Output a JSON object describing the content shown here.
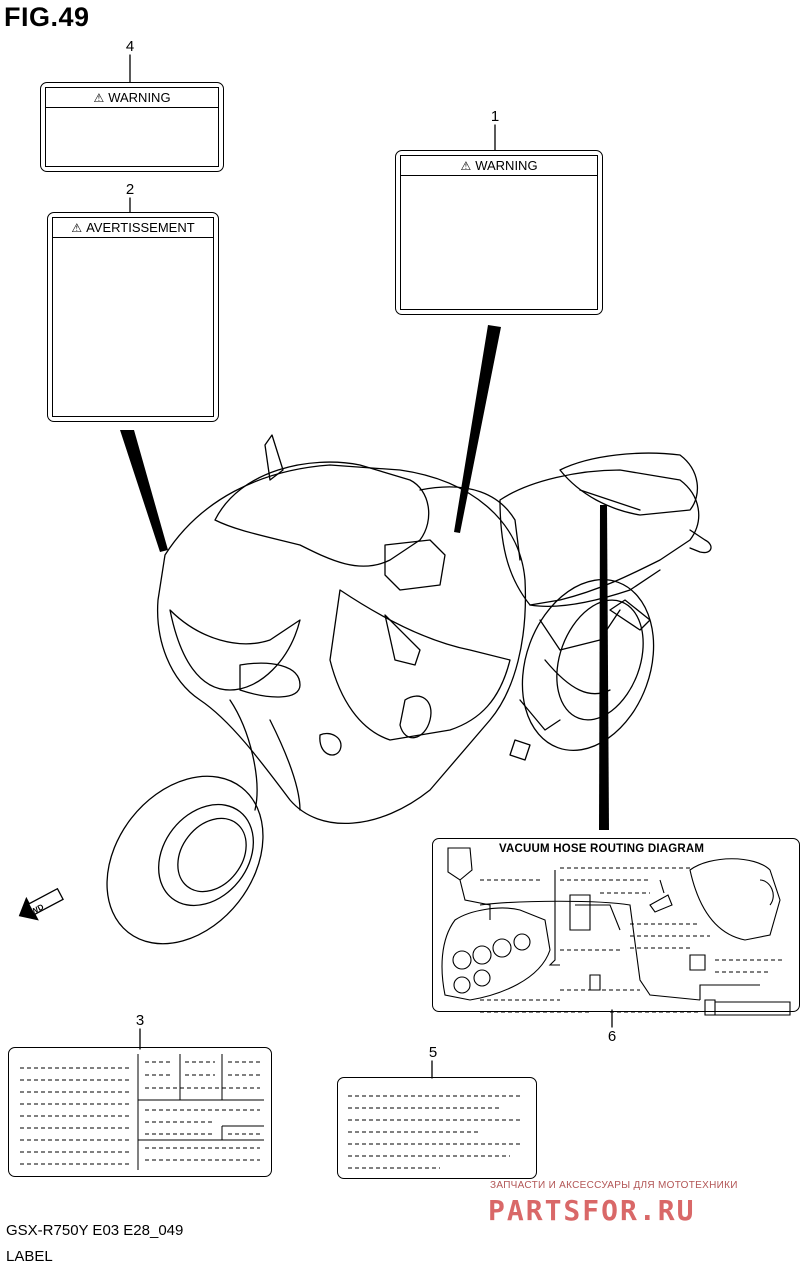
{
  "figure": {
    "title": "FIG.49"
  },
  "callouts": [
    "1",
    "2",
    "3",
    "4",
    "5",
    "6"
  ],
  "labels": {
    "warning_1": {
      "header": "WARNING"
    },
    "warning_4": {
      "header": "WARNING"
    },
    "avertissement_2": {
      "header": "AVERTISSEMENT"
    },
    "vacuum_6": {
      "header": "VACUUM  HOSE  ROUTING  DIAGRAM"
    },
    "fwd": "FWD"
  },
  "footer": {
    "code": "GSX-R750Y E03 E28_049",
    "name": "LABEL"
  },
  "watermark": {
    "tagline": "ЗАПЧАСТИ И АКСЕССУАРЫ ДЛЯ МОТОТЕХНИКИ",
    "brand": "PARTSFOR.RU"
  },
  "icons": {
    "warning": "warning-triangle-icon",
    "fwd": "fwd-arrow-icon"
  }
}
